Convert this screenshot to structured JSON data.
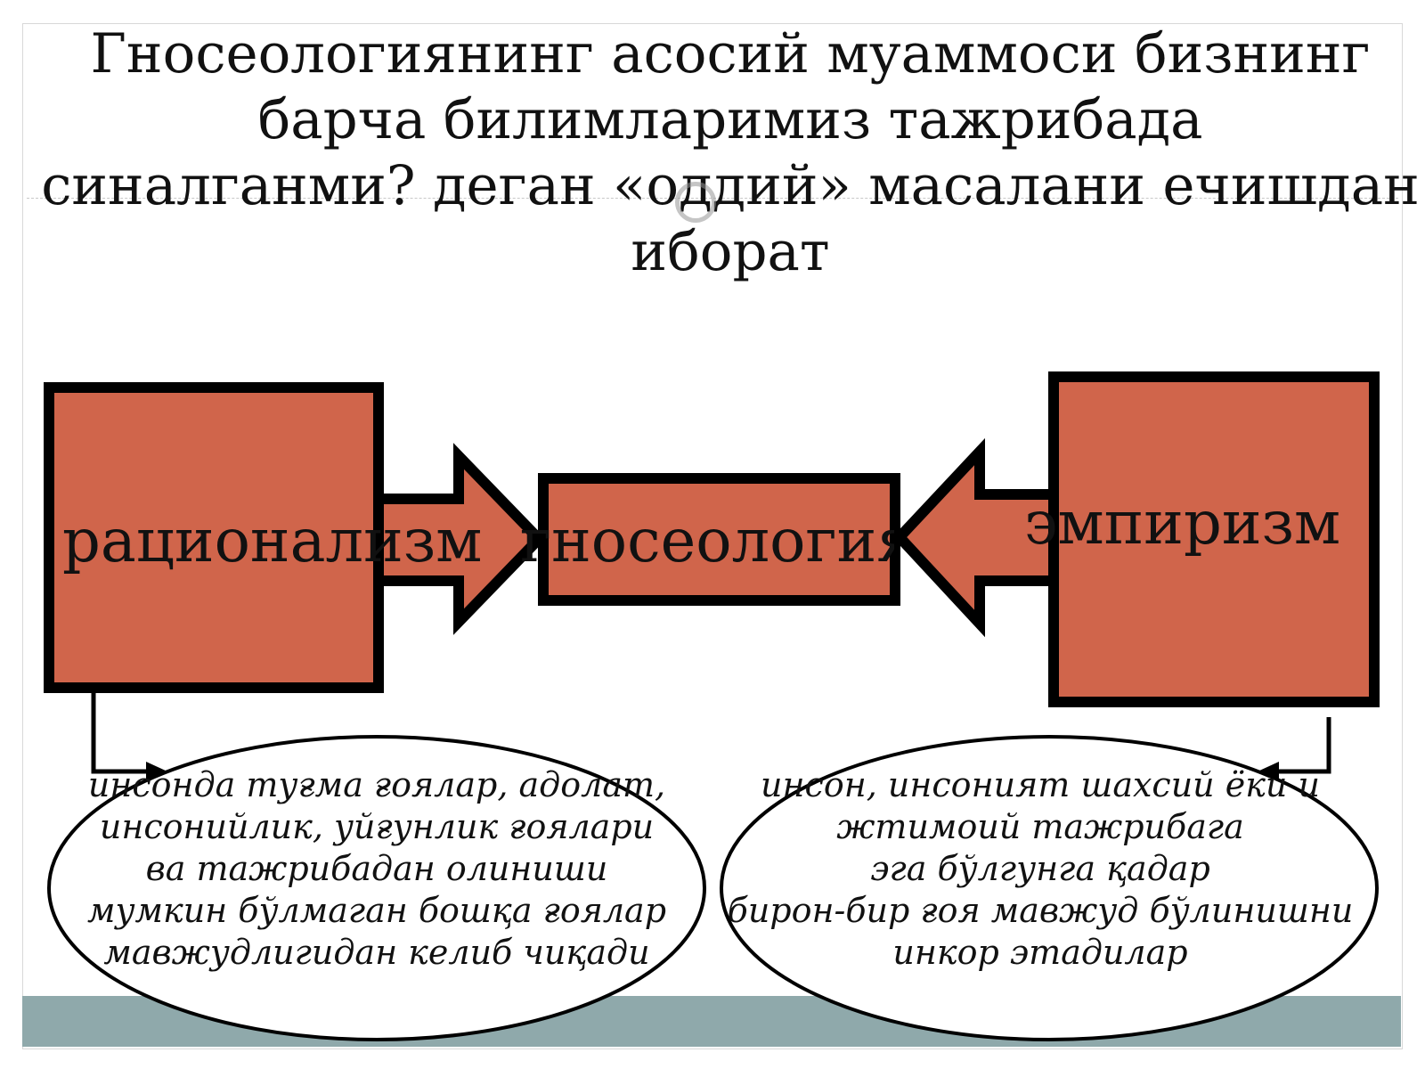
{
  "title_lines": [
    "Гносеологиянинг асосий муаммоси бизнинг",
    "барча билимларимиз тажрибада",
    "синалганми? деган «оддий» масалани ечишдан",
    "иборат"
  ],
  "nodes": {
    "rationalism": "рационализм",
    "gnoseology": "гносеология",
    "empiricism": "эмпиризм"
  },
  "left_ellipse_lines": [
    "инсонда туғма ғоялар, адолат,",
    "инсонийлик, уйғунлик ғоялари",
    "ва тажрибадан олиниши",
    "мумкин бўлмаган бошқа ғоялар",
    "мавжудлигидан келиб чиқади"
  ],
  "right_ellipse_lines": [
    "инсон, инсоният шахсий ёки и",
    "жтимоий тажрибага",
    "эга бўлгунга қадар",
    "бирон-бир ғоя мавжуд бўлинишни",
    "инкор этадилар"
  ],
  "colors": {
    "box_fill": "#d0654b",
    "outline": "#000000",
    "footer_band": "#8fa9ab"
  }
}
